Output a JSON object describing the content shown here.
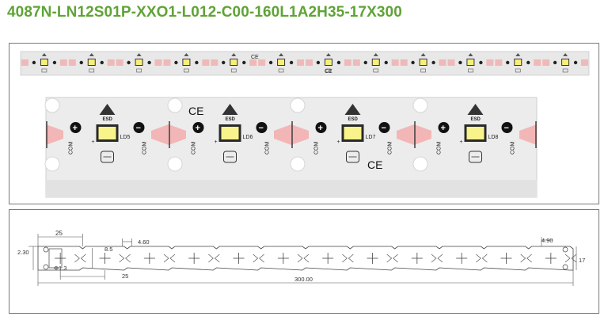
{
  "title": "4087N-LN12S01P-XXO1-L012-C00-160L1A2H35-17X300",
  "photo": {
    "leds": [
      "LD5",
      "LD6",
      "LD7",
      "LD8"
    ],
    "com_label": "COM",
    "esd_label": "ESD",
    "ce_mark": "CE",
    "plus_sign": "+",
    "minus_sign": "−"
  },
  "drawing": {
    "dim_width_top": "25",
    "dim_left_height": "2.30",
    "dim_hole": "Φ1.3",
    "dim_gap": "4.60",
    "dim_pitch": "8.5",
    "dim_segment": "25",
    "dim_total_length": "300.00",
    "dim_right_width": "4.90",
    "dim_height": "17"
  }
}
